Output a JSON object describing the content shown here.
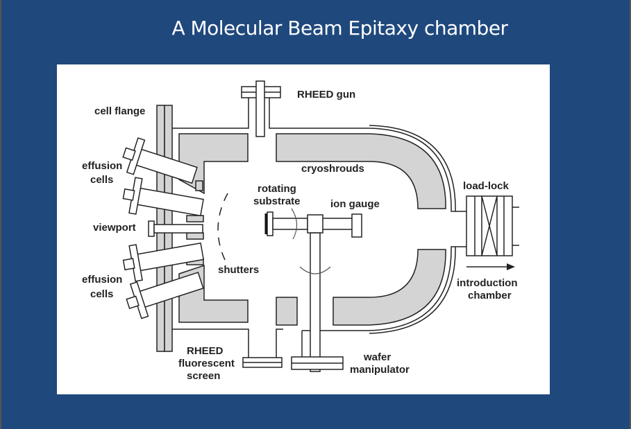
{
  "slide": {
    "title": "A Molecular Beam Epitaxy chamber",
    "background_color": "#1f497d"
  },
  "diagram": {
    "labels": {
      "cell_flange": "cell flange",
      "effusion_cells_top_1": "effusion",
      "effusion_cells_top_2": "cells",
      "viewport": "viewport",
      "effusion_cells_bottom_1": "effusion",
      "effusion_cells_bottom_2": "cells",
      "rheed_gun": "RHEED gun",
      "cryoshrouds": "cryoshrouds",
      "rotating_substrate_1": "rotating",
      "rotating_substrate_2": "substrate",
      "ion_gauge": "ion gauge",
      "shutters": "shutters",
      "load_lock": "load-lock",
      "introduction_chamber_1": "introduction",
      "introduction_chamber_2": "chamber",
      "rheed_screen_1": "RHEED",
      "rheed_screen_2": "fluorescent",
      "rheed_screen_3": "screen",
      "wafer_manipulator_1": "wafer",
      "wafer_manipulator_2": "manipulator"
    }
  }
}
